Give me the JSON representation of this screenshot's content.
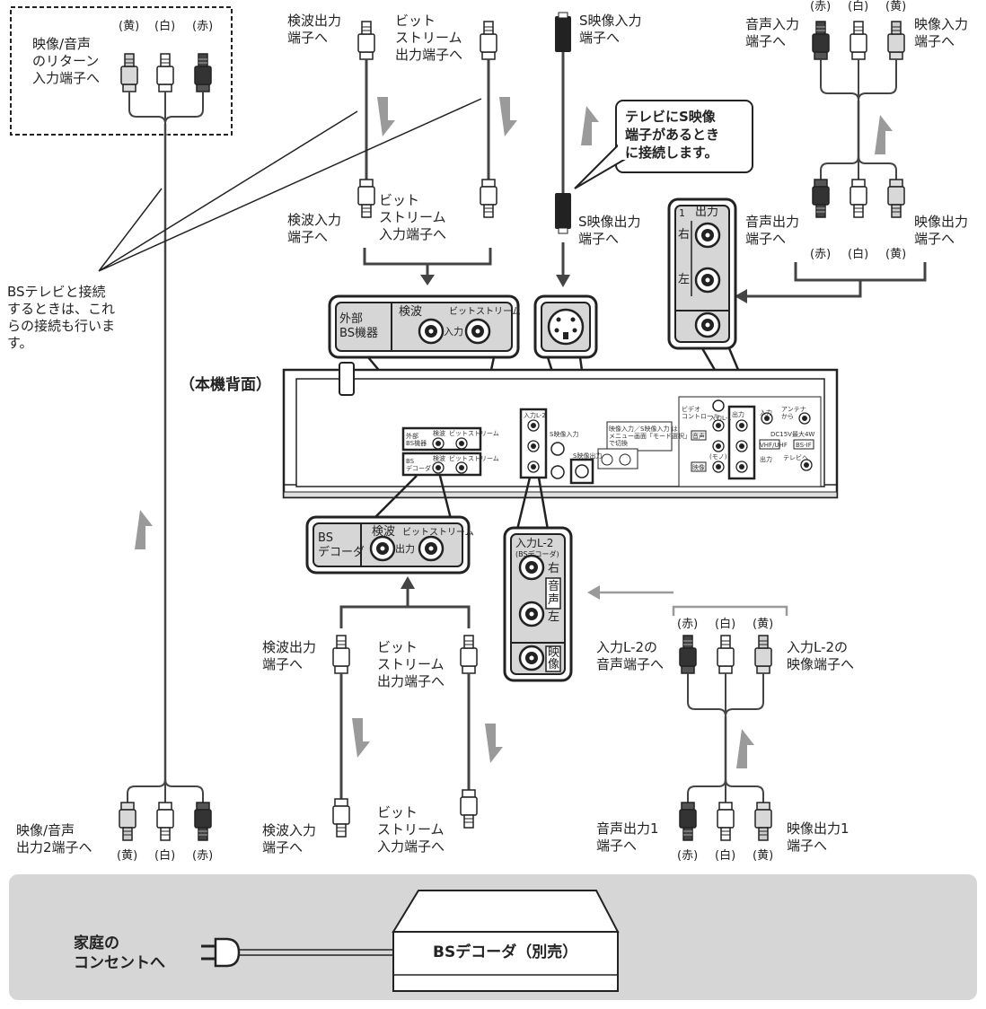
{
  "colors": {
    "line": "#444444",
    "arrow": "#9a9a9a",
    "panel": "#d6d6d6",
    "plug_red": "#333333",
    "plug_white": "#ffffff",
    "plug_yellow": "#d8d8d8"
  },
  "labels": {
    "return_input": "映像/音声\nのリターン\n入力端子へ",
    "rw_top_left": [
      "(黄)",
      "(白)",
      "(赤)"
    ],
    "det_out_top": "検波出力\n端子へ",
    "bit_out_top": "ビット\nストリーム\n出力端子へ",
    "s_in": "S映像入力\n端子へ",
    "audio_in_top": "音声入力\n端子へ",
    "video_in_top": "映像入力\n端子へ",
    "rw_top_right": [
      "(赤)",
      "(白)",
      "(黄)"
    ],
    "s_note": "テレビにS映像\n端子があるとき\nに接続します。",
    "det_in_mid": "検波入力\n端子へ",
    "bit_in_mid": "ビット\nストリーム\n入力端子へ",
    "s_out": "S映像出力\n端子へ",
    "audio_out_mid": "音声出力\n端子へ",
    "video_out_mid": "映像出力\n端子へ",
    "rw_mid_right": [
      "(赤)",
      "(白)",
      "(黄)"
    ],
    "bs_note": "BSテレビと接続\nするときは、これ\nらの接続も行いま\nす。",
    "unit_back": "（本機背面）",
    "det_out_bottom": "検波出力\n端子へ",
    "bit_out_bottom": "ビット\nストリーム\n出力端子へ",
    "l2_audio": "入力L-2の\n音声端子へ",
    "l2_video": "入力L-2の\n映像端子へ",
    "rw_l2": [
      "(赤)",
      "(白)",
      "(黄)"
    ],
    "av_out2": "映像/音声\n出力2端子へ",
    "rw_bottom_left": [
      "(黄)",
      "(白)",
      "(赤)"
    ],
    "det_in_bottom": "検波入力\n端子へ",
    "bit_in_bottom": "ビット\nストリーム\n入力端子へ",
    "audio_out1": "音声出力1\n端子へ",
    "video_out1": "映像出力1\n端子へ",
    "rw_bottom_right": [
      "(赤)",
      "(白)",
      "(黄)"
    ],
    "outlet": "家庭の\nコンセントへ",
    "bs_decoder_sold": "BSデコーダ（別売）"
  },
  "zoom": {
    "ext_bs": {
      "label": "外部\nBS機器",
      "det": "検波",
      "bit": "ビットストリーム",
      "io": "入力"
    },
    "bs_dec": {
      "label": "BS\nデコーダ",
      "det": "検波",
      "bit": "ビットストリーム",
      "io": "出力"
    },
    "out1": {
      "label": "出力",
      "right": "右",
      "left": "左",
      "num": "1"
    },
    "l2": {
      "title": "入力L-2",
      "sub": "(BSデコーダ)",
      "right": "右",
      "audio": "音声",
      "left": "左",
      "video": "映像"
    }
  },
  "rear": {
    "ext_label": "外部\nBS機器",
    "ext_det": "検波",
    "ext_bit": "ビットストリーム",
    "ext_io": "入力",
    "dec_label": "BS\nデコーダ",
    "dec_det": "検波",
    "dec_bit": "ビットストリーム",
    "dec_io": "出力",
    "note": "映像入力／S映像入力 は\nメニュー画面「モード選択」\nで切換",
    "video_ctrl": "ビデオ\nコントロール",
    "in_l1": "入力L-1",
    "out_label": "出力",
    "sound": "音声",
    "mono": "(モノ)",
    "video": "映像",
    "antenna": "アンテナ\nから",
    "antenna_in": "入力",
    "bs_if": "BS-IF",
    "vhf": "VHF/UHF",
    "dc": "DC15V最大4W",
    "tv": "テレビへ",
    "out2": "出力",
    "in_l2": "入力L-2",
    "s_in_l2": "S映像入力",
    "s_out": "S映像出力"
  }
}
